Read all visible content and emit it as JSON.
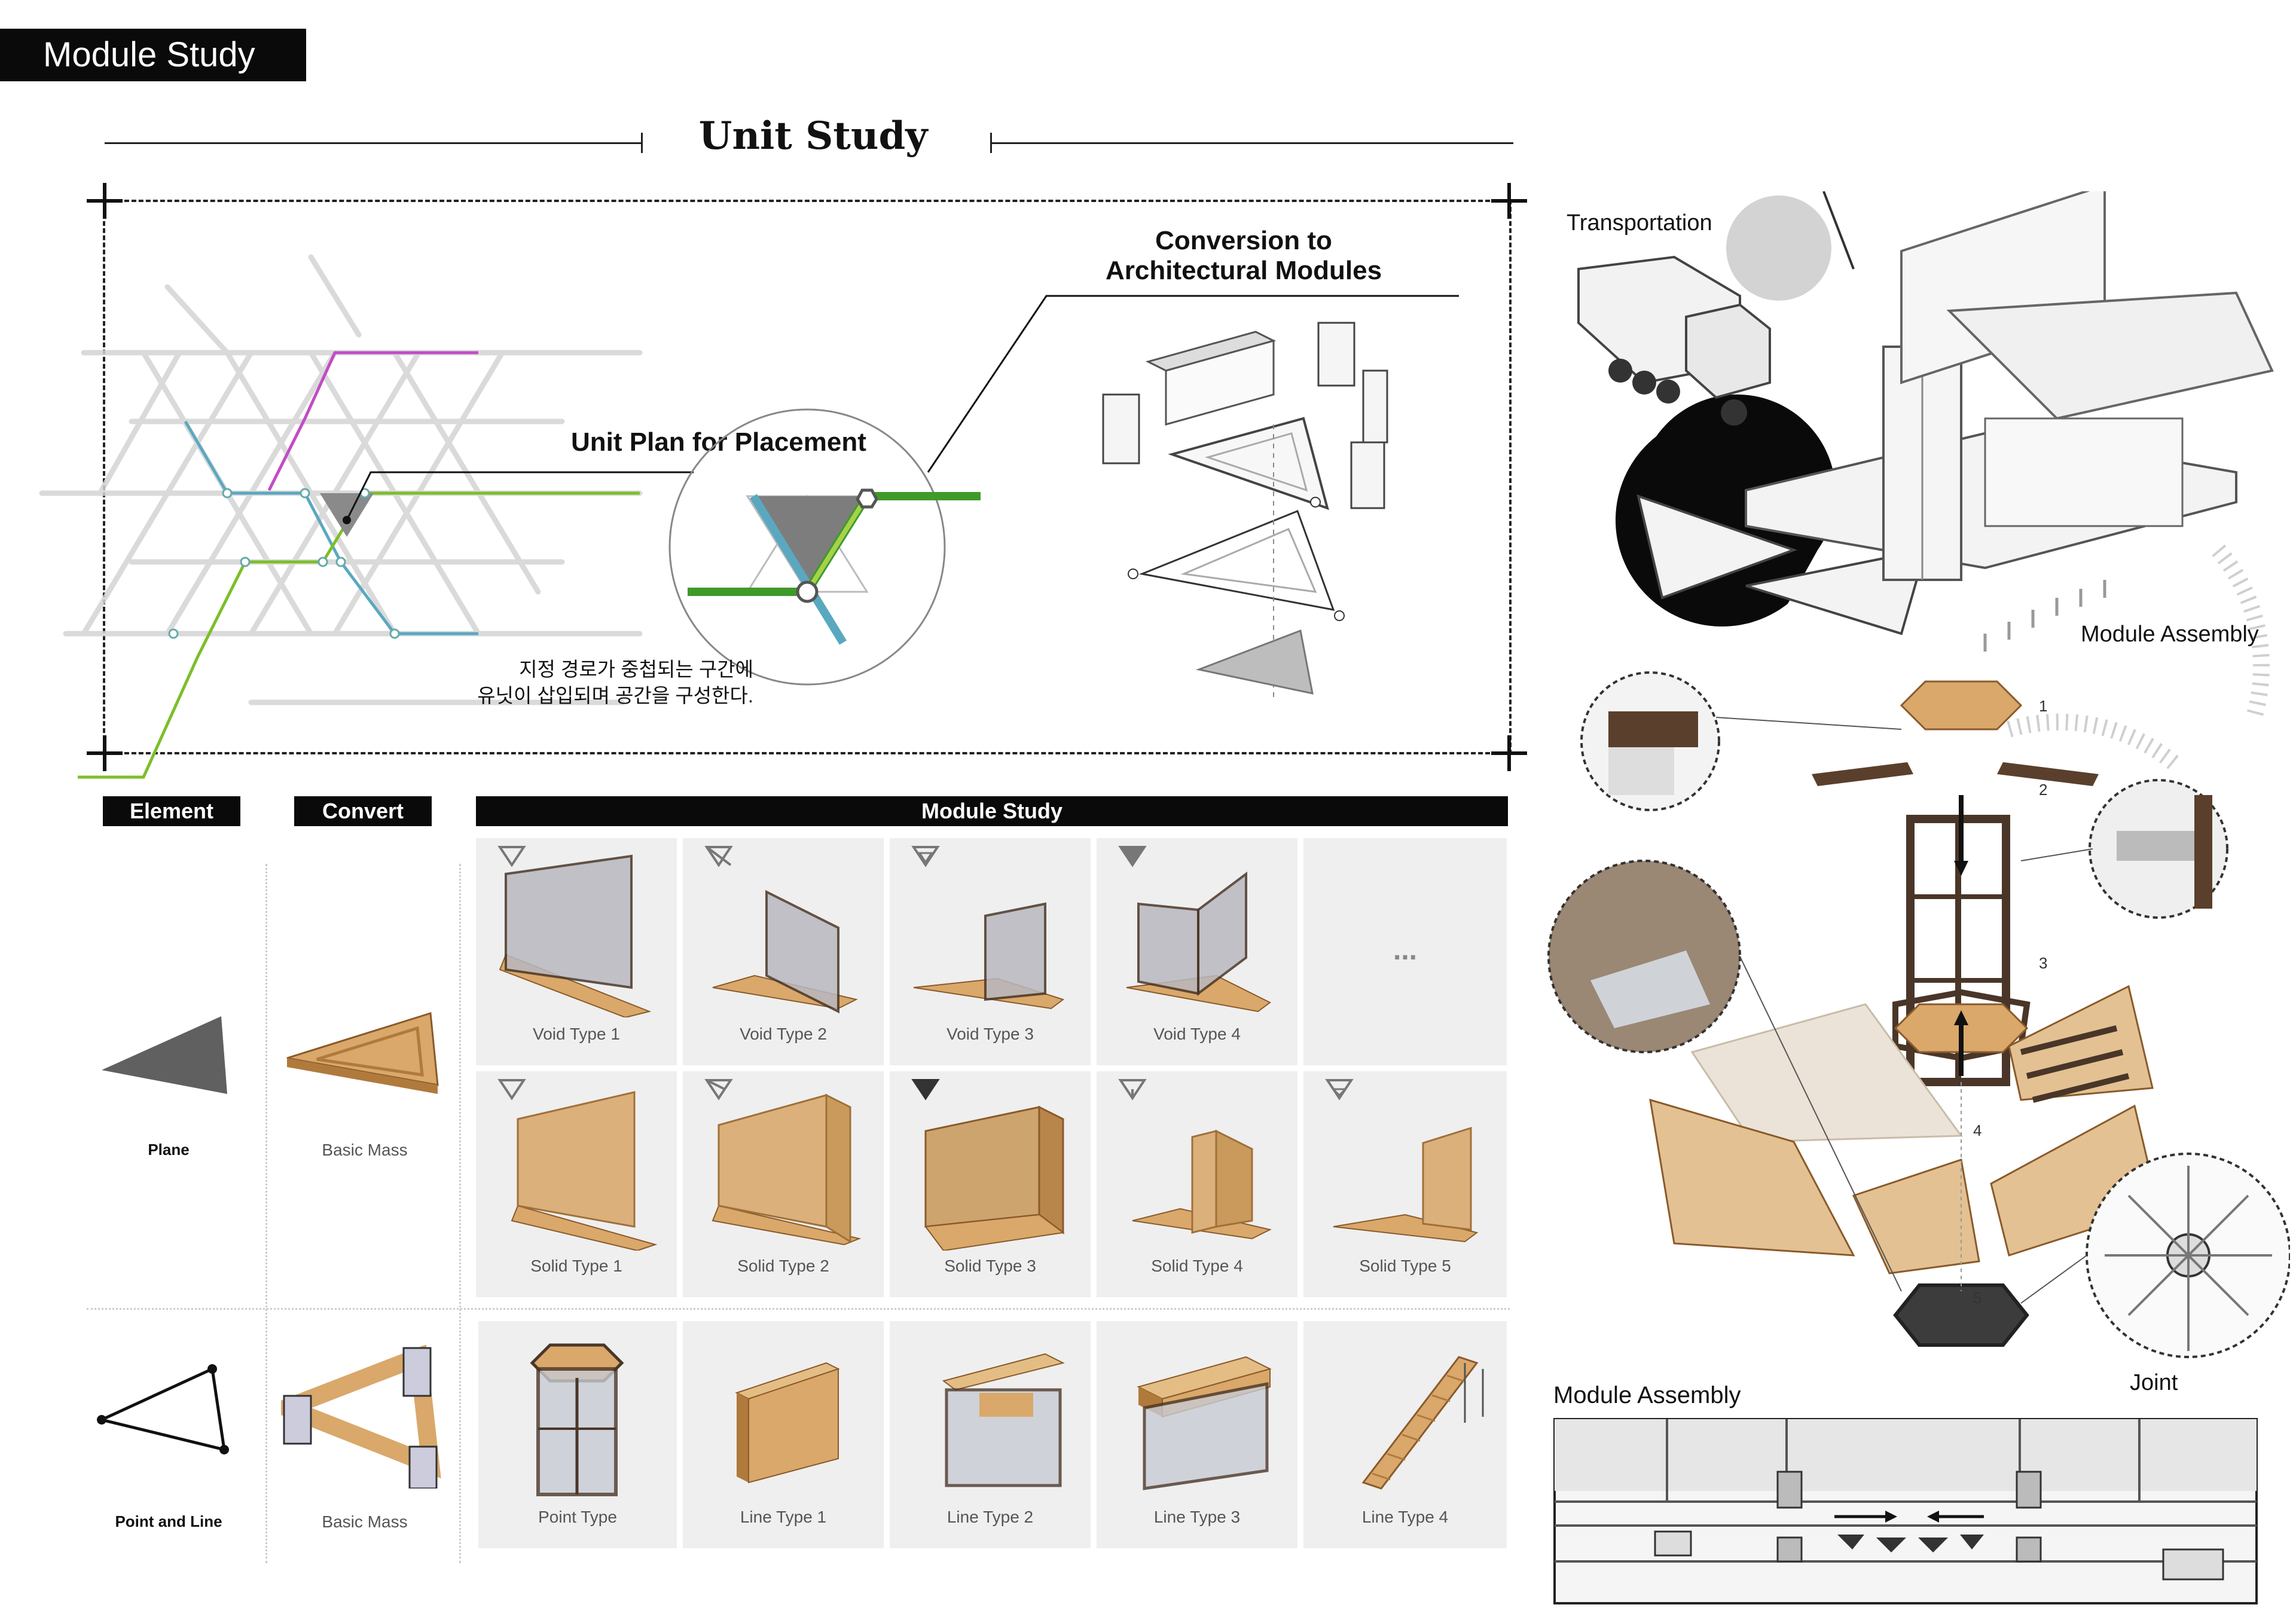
{
  "header": {
    "title": "Module Study"
  },
  "unit_study": {
    "title": "Unit Study",
    "conversion_label": [
      "Conversion to",
      "Architectural Modules"
    ],
    "unit_plan_label": "Unit Plan for Placement",
    "korean_note": [
      "지정 경로가 중첩되는 구간에",
      "유닛이 삽입되며 공간을 구성한다."
    ]
  },
  "table": {
    "headers": {
      "element": "Element",
      "convert": "Convert",
      "module_study": "Module Study"
    },
    "plane_row": {
      "element_label": "Plane",
      "convert_label": "Basic Mass",
      "void_types": [
        "Void Type 1",
        "Void Type 2",
        "Void Type 3",
        "Void Type 4"
      ],
      "more": "...",
      "solid_types": [
        "Solid Type 1",
        "Solid Type 2",
        "Solid Type 3",
        "Solid Type 4",
        "Solid Type 5"
      ]
    },
    "point_line_row": {
      "element_label": "Point and Line",
      "convert_label": "Basic Mass",
      "types": [
        "Point Type",
        "Line Type 1",
        "Line Type 2",
        "Line Type 3",
        "Line Type 4"
      ]
    }
  },
  "right_panel": {
    "transportation_label": "Transportation",
    "module_assembly_label": "Module Assembly",
    "joint_label": "Joint",
    "module_assembly_bottom_label": "Module Assembly",
    "step_numbers": [
      "1",
      "2",
      "3",
      "4",
      "5"
    ]
  },
  "colors": {
    "wood": "#d9a86a",
    "wood_dark": "#b07a3c",
    "frame": "#4a3628",
    "green_path": "#7cbf2a",
    "blue_path": "#5aa8c0",
    "magenta_path": "#c24cc4",
    "cell_bg": "#efefef",
    "black": "#0a0a0a"
  }
}
